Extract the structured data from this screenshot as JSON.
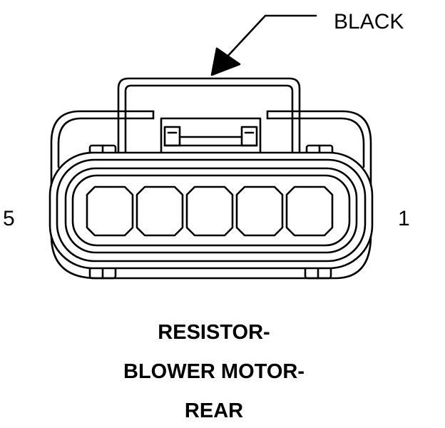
{
  "connector": {
    "color_label": "BLACK",
    "pin_count": 5,
    "pin_left_label": "5",
    "pin_right_label": "1"
  },
  "caption": {
    "line1": "RESISTOR-",
    "line2": "BLOWER MOTOR-",
    "line3": "REAR"
  },
  "colors": {
    "stroke": "#000000",
    "background": "#ffffff"
  }
}
